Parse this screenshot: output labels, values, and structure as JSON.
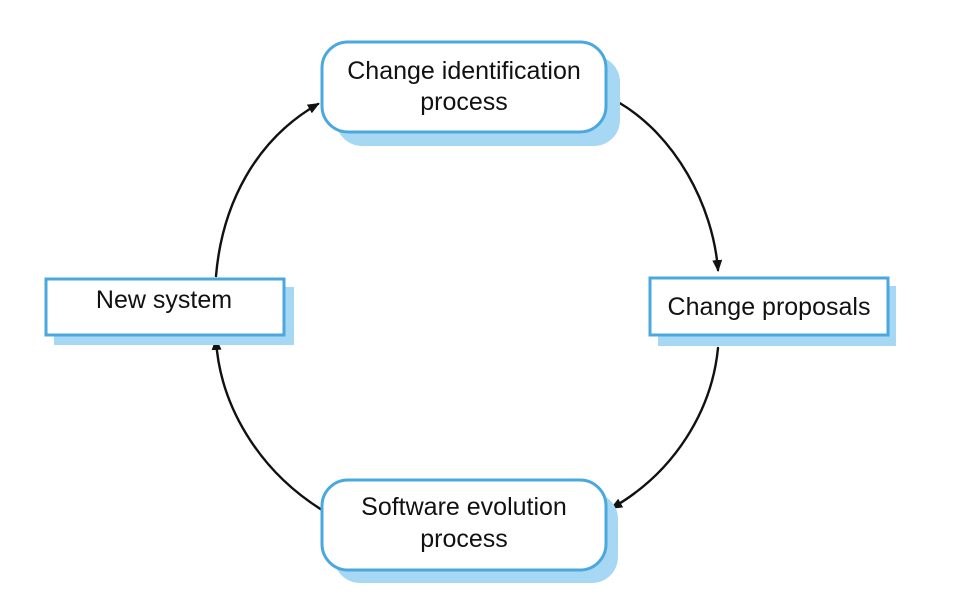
{
  "diagram": {
    "nodes": {
      "change_identification": {
        "line1": "Change identification",
        "line2": "process"
      },
      "change_proposals": {
        "label": "Change proposals"
      },
      "software_evolution": {
        "line1": "Software evolution",
        "line2": "process"
      },
      "new_system": {
        "label": "New system"
      }
    },
    "edges": [
      {
        "from": "change_identification",
        "to": "change_proposals"
      },
      {
        "from": "change_proposals",
        "to": "software_evolution"
      },
      {
        "from": "software_evolution",
        "to": "new_system"
      },
      {
        "from": "new_system",
        "to": "change_identification"
      }
    ],
    "colors": {
      "border": "#4aa8df",
      "shadow": "#a6d8f3",
      "fill": "#ffffff",
      "arrow": "#111111",
      "text": "#111111"
    }
  }
}
